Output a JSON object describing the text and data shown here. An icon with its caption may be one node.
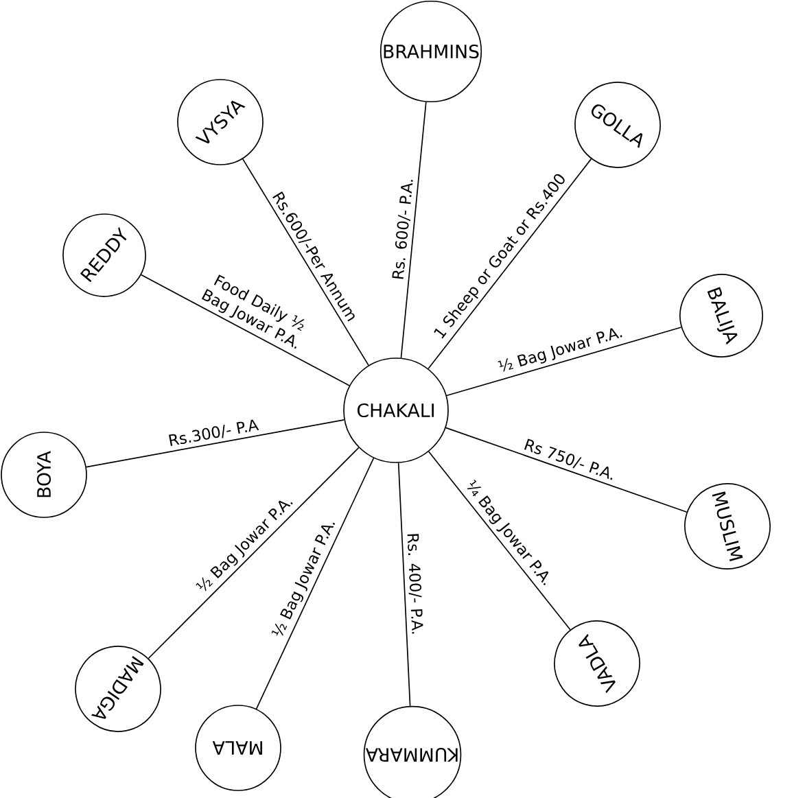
{
  "diagram": {
    "nodes": [
      {
        "text": [
          "CHAKALI"
        ]
      },
      {
        "text": [
          "BRAHMINS"
        ]
      },
      {
        "text": [
          "VYSYA"
        ]
      },
      {
        "text": [
          "GOLLA"
        ]
      },
      {
        "text": [
          "REDDY"
        ]
      },
      {
        "text": [
          "BALIJA"
        ]
      },
      {
        "text": [
          "BOYA"
        ]
      },
      {
        "text": [
          "MUSLIM"
        ]
      },
      {
        "text": [
          "MADIGA"
        ]
      },
      {
        "text": [
          "VADLA"
        ]
      },
      {
        "text": [
          "MALA"
        ]
      },
      {
        "text": [
          "KUMMARA"
        ]
      }
    ],
    "edges": [
      {
        "from": 0,
        "to": 1,
        "arrow": "none",
        "label": "Rs. 600/- P.A."
      },
      {
        "from": 0,
        "to": 2,
        "arrow": "none",
        "label": "Rs.600/-Per Annum"
      },
      {
        "from": 0,
        "to": 3,
        "arrow": "none",
        "label": "1 Sheep or Goat or Rs.400"
      },
      {
        "from": 0,
        "to": 4,
        "arrow": "none",
        "label": "Food Daily ½ Bag Jowar P.A."
      },
      {
        "from": 0,
        "to": 5,
        "arrow": "none",
        "label": "½ Bag Jowar P.A."
      },
      {
        "from": 0,
        "to": 6,
        "arrow": "none",
        "label": "Rs.300/- P.A"
      },
      {
        "from": 0,
        "to": 7,
        "arrow": "none",
        "label": "Rs 750/- P.A."
      },
      {
        "from": 0,
        "to": 8,
        "arrow": "none",
        "label": "½ Bag Jowar P.A."
      },
      {
        "from": 0,
        "to": 9,
        "arrow": "none",
        "label": "¼ Bag Jowar P.A."
      },
      {
        "from": 0,
        "to": 10,
        "arrow": "none",
        "label": "½ Bag Jowar P.A."
      },
      {
        "from": 0,
        "to": 11,
        "arrow": "none",
        "label": "Rs. 400/- P.A."
      }
    ]
  }
}
